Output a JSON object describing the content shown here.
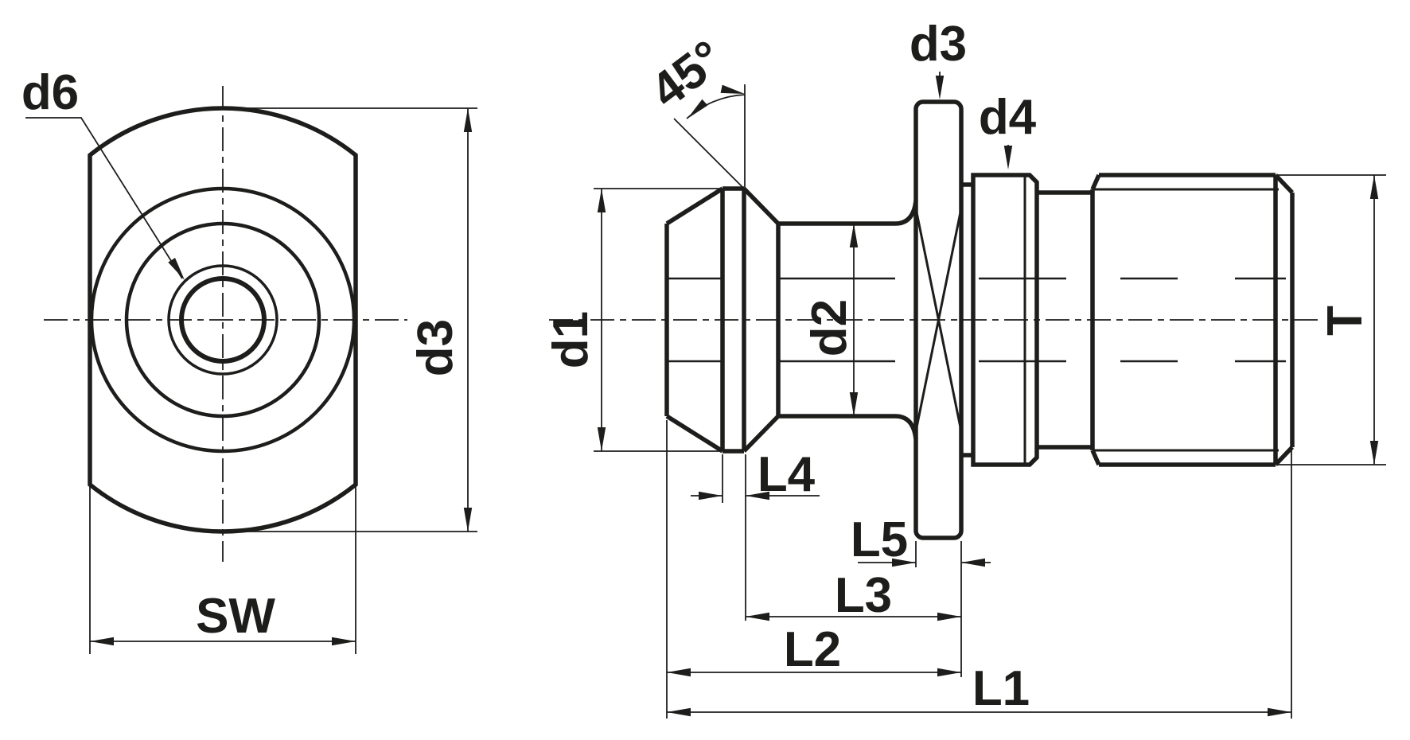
{
  "colors": {
    "background": "#ffffff",
    "line": "#1d1d1b"
  },
  "front_view": {
    "labels": {
      "d6": "d6",
      "d3": "d3",
      "sw": "SW"
    }
  },
  "side_view": {
    "labels": {
      "angle": "45°",
      "d3": "d3",
      "d4": "d4",
      "d1": "d1",
      "d2": "d2",
      "t": "T",
      "l4": "L4",
      "l5": "L5",
      "l3": "L3",
      "l2": "L2",
      "l1": "L1"
    }
  }
}
